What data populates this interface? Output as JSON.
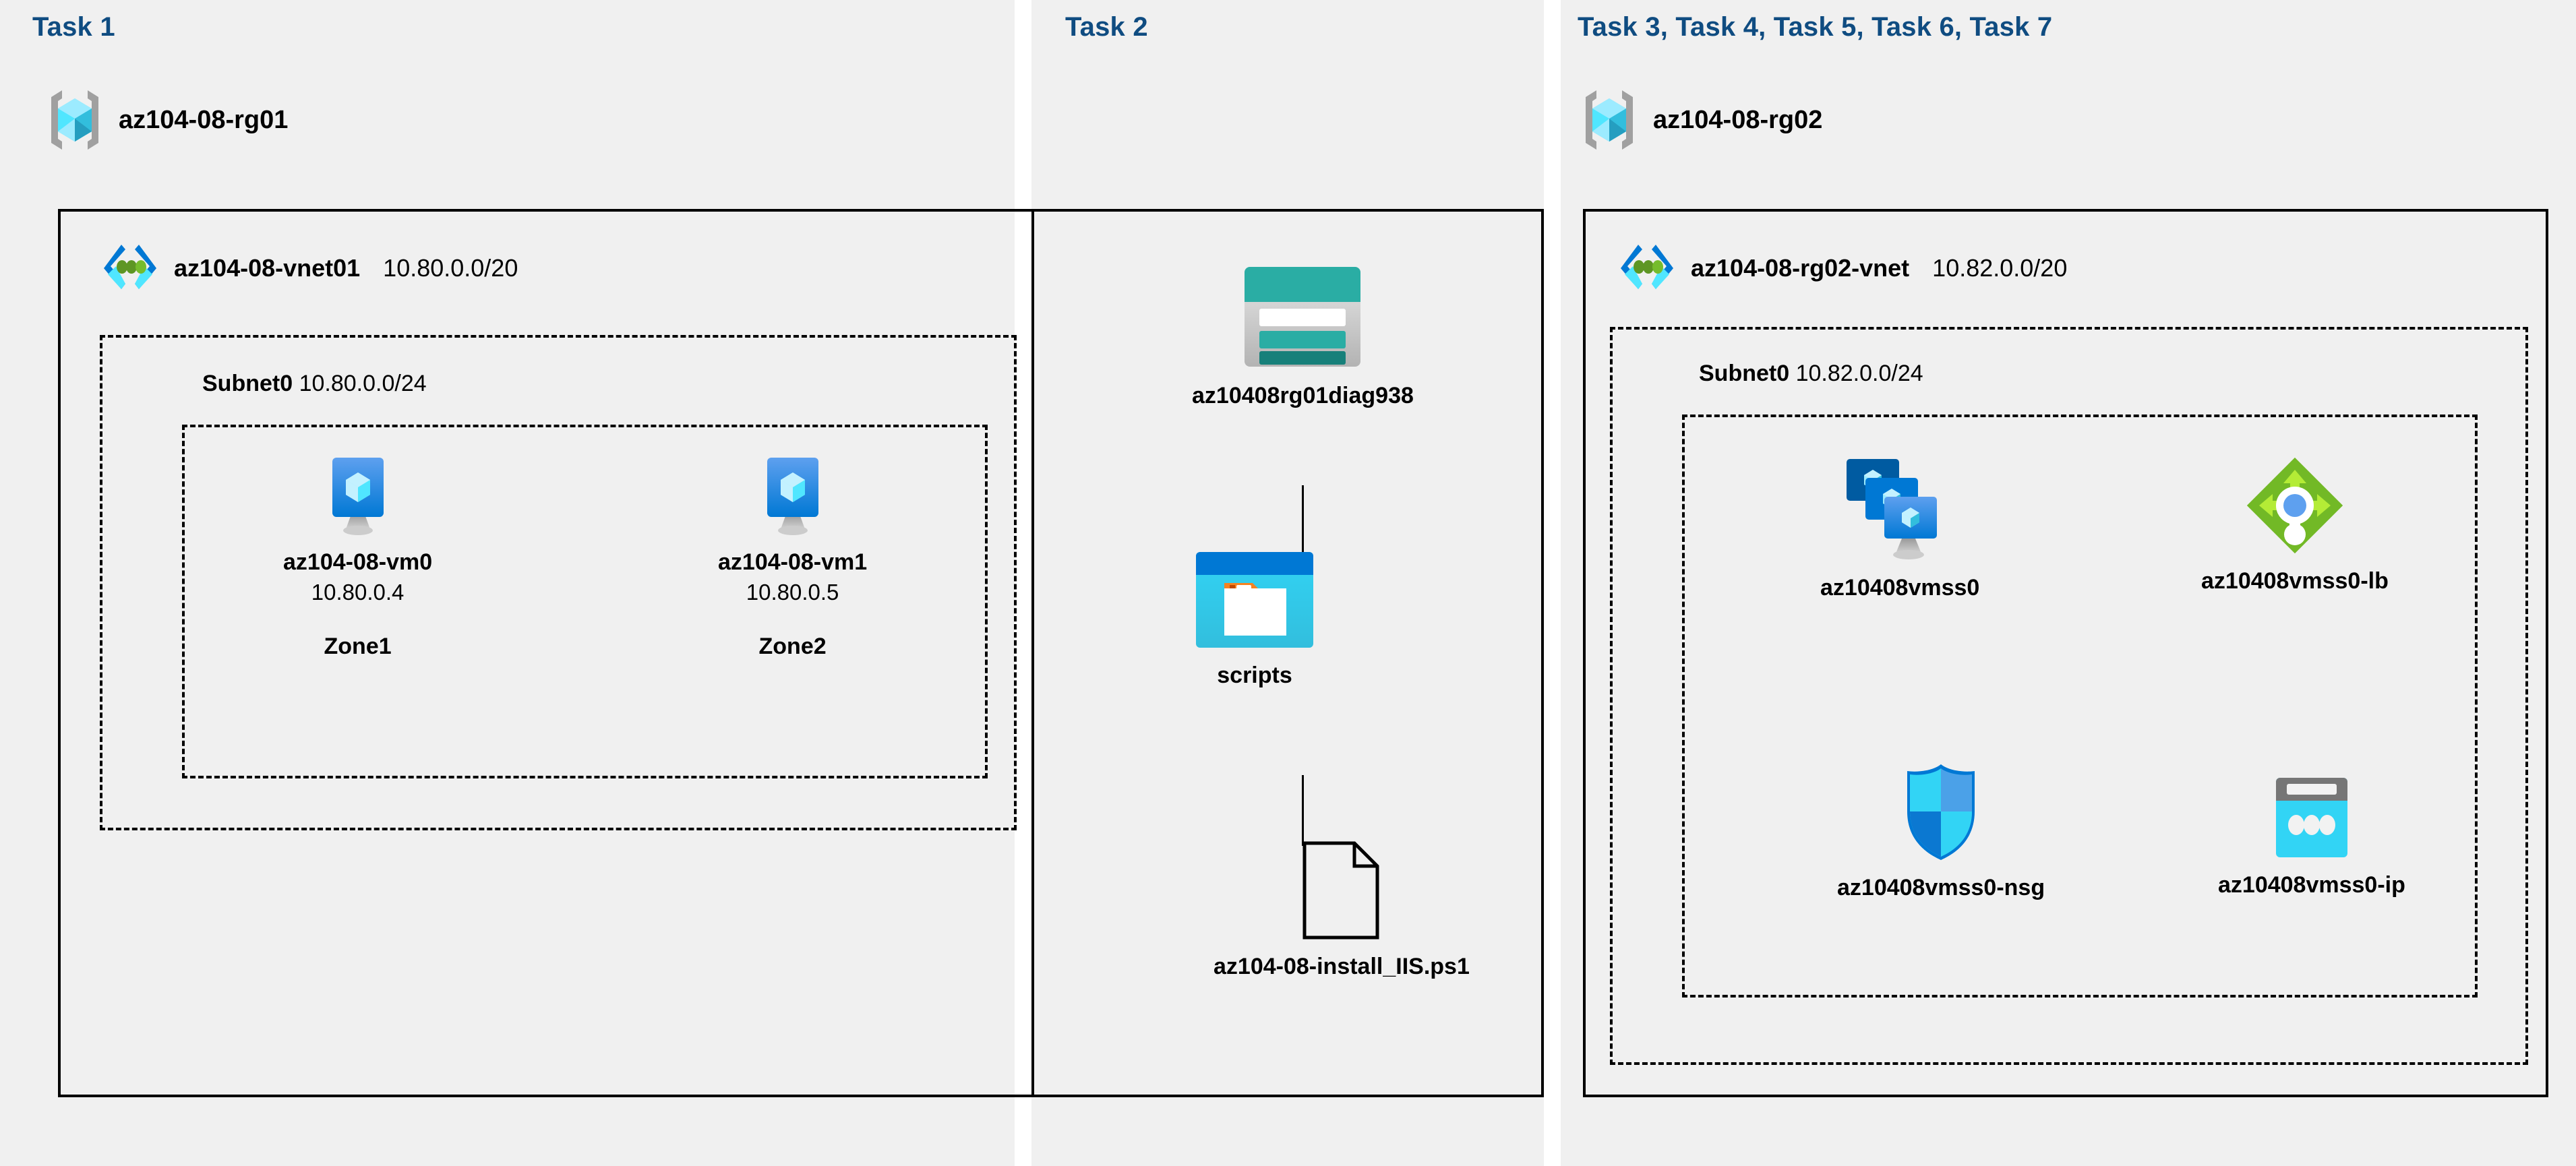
{
  "panels": [
    {
      "id": "panel1",
      "title": "Task 1"
    },
    {
      "id": "panel2",
      "title": "Task 2"
    },
    {
      "id": "panel3",
      "title": "Task 3, Task 4, Task 5, Task 6, Task 7"
    }
  ],
  "colors": {
    "task_title": "#0f4c81",
    "panel_background": "#f0f0f0",
    "page_background": "#ffffff",
    "border": "#000000",
    "azure_blue": "#0078d4",
    "azure_cyan": "#50e6ff",
    "vnet_green_dot": "#5e9624",
    "load_balancer_green": "#76bc2d",
    "storage_teal": "#2aada4",
    "nsg_blue": "#0078d4"
  },
  "task1": {
    "title": "Task 1",
    "resource_group": {
      "name": "az104-08-rg01",
      "icon": "resource-group-icon"
    },
    "vnet": {
      "name": "az104-08-vnet01",
      "cidr": "10.80.0.0/20",
      "icon": "virtual-network-icon"
    },
    "subnet": {
      "name": "Subnet0",
      "cidr": "10.80.0.0/24"
    },
    "vms": [
      {
        "name": "az104-08-vm0",
        "ip": "10.80.0.4",
        "zone": "Zone1",
        "icon": "virtual-machine-icon"
      },
      {
        "name": "az104-08-vm1",
        "ip": "10.80.0.5",
        "zone": "Zone2",
        "icon": "virtual-machine-icon"
      }
    ]
  },
  "task2": {
    "title": "Task 2",
    "items": [
      {
        "name": "az10408rg01diag938",
        "icon": "storage-account-icon"
      },
      {
        "name": "scripts",
        "icon": "blob-container-icon"
      },
      {
        "name": "az104-08-install_IIS.ps1",
        "icon": "file-document-icon"
      }
    ]
  },
  "task3": {
    "title": "Task 3, Task 4, Task 5, Task 6, Task 7",
    "resource_group": {
      "name": "az104-08-rg02",
      "icon": "resource-group-icon"
    },
    "vnet": {
      "name": "az104-08-rg02-vnet",
      "cidr": "10.82.0.0/20",
      "icon": "virtual-network-icon"
    },
    "subnet": {
      "name": "Subnet0",
      "cidr": "10.82.0.0/24"
    },
    "resources": [
      {
        "name": "az10408vmss0",
        "icon": "vm-scale-set-icon"
      },
      {
        "name": "az10408vmss0-lb",
        "icon": "load-balancer-icon"
      },
      {
        "name": "az10408vmss0-nsg",
        "icon": "network-security-group-icon"
      },
      {
        "name": "az10408vmss0-ip",
        "icon": "public-ip-address-icon"
      }
    ]
  }
}
